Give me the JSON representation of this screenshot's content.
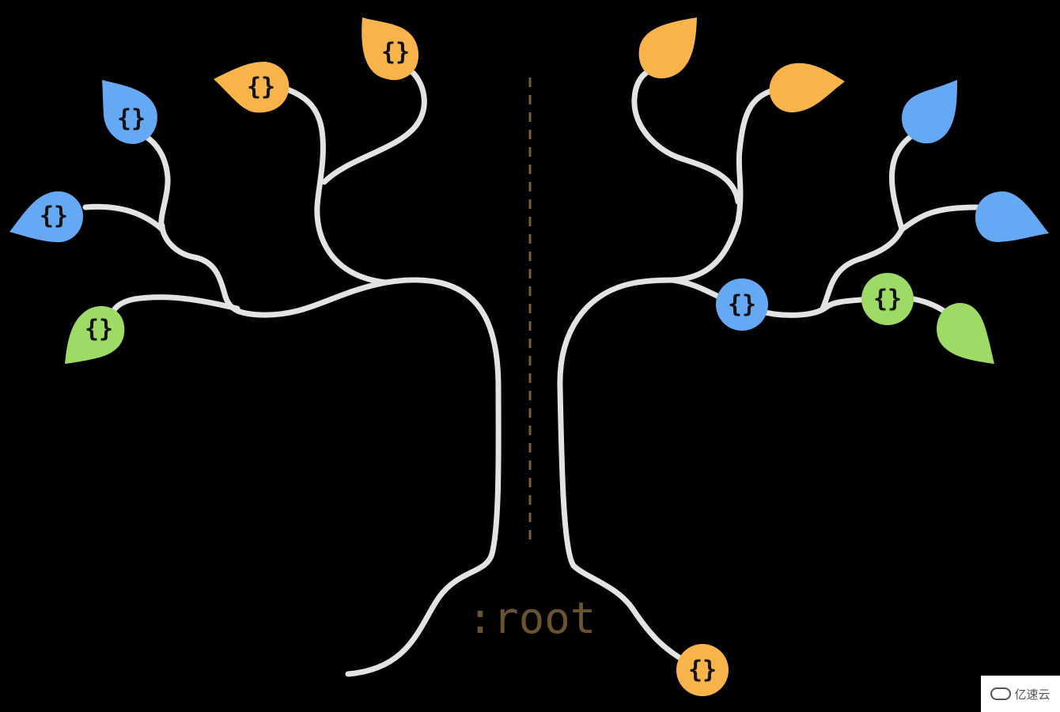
{
  "diagram": {
    "root_label": ":root",
    "node_symbol": "{}",
    "colors": {
      "background": "#000000",
      "branch": "#e3e3e3",
      "divider": "#7a6038",
      "root_label": "#6b5230",
      "orange": "#f8b44b",
      "blue": "#65a9f5",
      "green": "#9edb66"
    },
    "left_tree": {
      "nodes": [
        {
          "id": "L1",
          "color": "orange",
          "shape": "leaf",
          "braces": true
        },
        {
          "id": "L2",
          "color": "orange",
          "shape": "leaf",
          "braces": true
        },
        {
          "id": "L3",
          "color": "blue",
          "shape": "leaf",
          "braces": true
        },
        {
          "id": "L4",
          "color": "blue",
          "shape": "leaf",
          "braces": true
        },
        {
          "id": "L5",
          "color": "green",
          "shape": "leaf",
          "braces": true
        }
      ]
    },
    "right_tree": {
      "nodes": [
        {
          "id": "R1",
          "color": "orange",
          "shape": "leaf",
          "braces": false
        },
        {
          "id": "R2",
          "color": "orange",
          "shape": "leaf",
          "braces": false
        },
        {
          "id": "R3",
          "color": "blue",
          "shape": "leaf",
          "braces": false
        },
        {
          "id": "R4",
          "color": "blue",
          "shape": "leaf",
          "braces": false
        },
        {
          "id": "R5",
          "color": "green",
          "shape": "leaf",
          "braces": false
        },
        {
          "id": "R6",
          "color": "blue",
          "shape": "circle",
          "braces": true
        },
        {
          "id": "R7",
          "color": "green",
          "shape": "circle",
          "braces": true
        },
        {
          "id": "R8",
          "color": "orange",
          "shape": "circle",
          "braces": true
        }
      ]
    }
  },
  "watermark": {
    "text": "亿速云"
  }
}
